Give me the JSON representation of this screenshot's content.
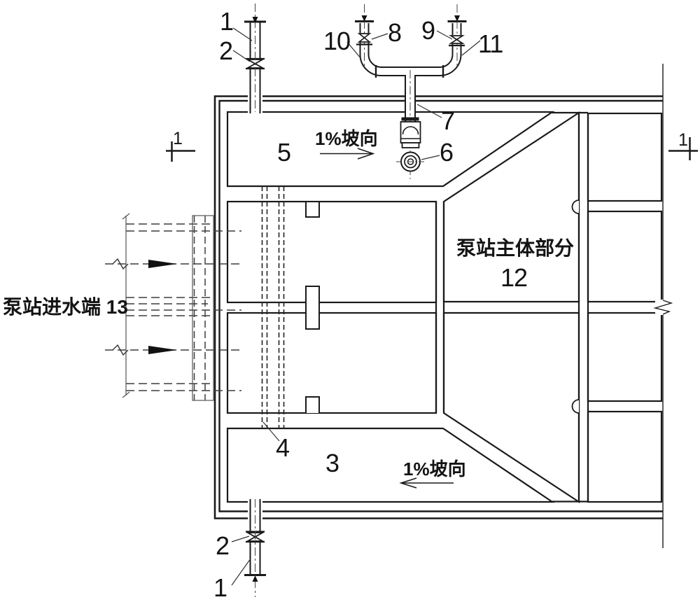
{
  "drawing": {
    "type": "pump-station plan view engineering drawing",
    "labels": {
      "pipe1_top": "1",
      "valve2_top": "2",
      "n10": "10",
      "n8": "8",
      "n9": "9",
      "n11": "11",
      "n7": "7",
      "n6": "6",
      "n5": "5",
      "slope_top": "1%坡向",
      "inlet_label": "泵站进水端 13",
      "main_body": "泵站主体部分",
      "main_body_no": "12",
      "n4": "4",
      "n3": "3",
      "slope_bottom": "1%坡向",
      "valve2_bottom": "2",
      "pipe1_bottom": "1",
      "section_left": "1",
      "section_right": "1"
    },
    "colors": {
      "line": "#1a1a1a",
      "thin_line": "#444444",
      "background": "#ffffff"
    }
  }
}
